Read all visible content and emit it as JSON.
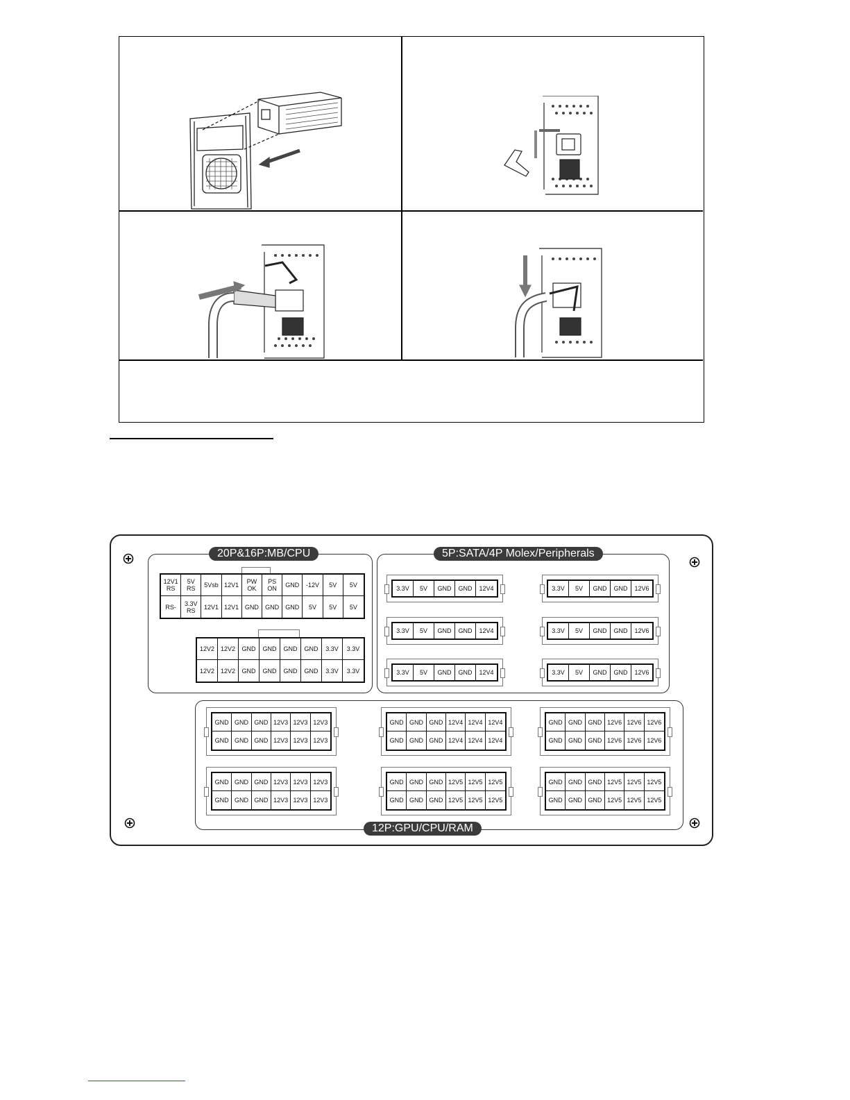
{
  "connector_panel": {
    "mb_label": "20P&16P:MB/CPU",
    "peripheral_label": "5P:SATA/4P Molex/Peripherals",
    "gpu_label": "12P:GPU/CPU/RAM",
    "mb_24pin": {
      "row1": [
        "12V1\nRS",
        "5V\nRS",
        "5Vsb",
        "12V1",
        "PW\nOK",
        "PS\nON",
        "GND",
        "-12V",
        "5V",
        "5V"
      ],
      "row2": [
        "RS-",
        "3.3V\nRS",
        "12V1",
        "12V1",
        "GND",
        "GND",
        "GND",
        "5V",
        "5V",
        "5V"
      ]
    },
    "mb_16pin": {
      "row1": [
        "12V2",
        "12V2",
        "GND",
        "GND",
        "GND",
        "GND",
        "3.3V",
        "3.3V"
      ],
      "row2": [
        "12V2",
        "12V2",
        "GND",
        "GND",
        "GND",
        "GND",
        "3.3V",
        "3.3V"
      ]
    },
    "peripheral_left": [
      [
        "3.3V",
        "5V",
        "GND",
        "GND",
        "12V4"
      ],
      [
        "3.3V",
        "5V",
        "GND",
        "GND",
        "12V4"
      ],
      [
        "3.3V",
        "5V",
        "GND",
        "GND",
        "12V4"
      ]
    ],
    "peripheral_right": [
      [
        "3.3V",
        "5V",
        "GND",
        "GND",
        "12V6"
      ],
      [
        "3.3V",
        "5V",
        "GND",
        "GND",
        "12V6"
      ],
      [
        "3.3V",
        "5V",
        "GND",
        "GND",
        "12V6"
      ]
    ],
    "gpu_connectors": [
      {
        "row1": [
          "GND",
          "GND",
          "GND",
          "12V3",
          "12V3",
          "12V3"
        ],
        "row2": [
          "GND",
          "GND",
          "GND",
          "12V3",
          "12V3",
          "12V3"
        ]
      },
      {
        "row1": [
          "GND",
          "GND",
          "GND",
          "12V4",
          "12V4",
          "12V4"
        ],
        "row2": [
          "GND",
          "GND",
          "GND",
          "12V4",
          "12V4",
          "12V4"
        ]
      },
      {
        "row1": [
          "GND",
          "GND",
          "GND",
          "12V6",
          "12V6",
          "12V6"
        ],
        "row2": [
          "GND",
          "GND",
          "GND",
          "12V6",
          "12V6",
          "12V6"
        ]
      },
      {
        "row1": [
          "GND",
          "GND",
          "GND",
          "12V3",
          "12V3",
          "12V3"
        ],
        "row2": [
          "GND",
          "GND",
          "GND",
          "12V3",
          "12V3",
          "12V3"
        ]
      },
      {
        "row1": [
          "GND",
          "GND",
          "GND",
          "12V5",
          "12V5",
          "12V5"
        ],
        "row2": [
          "GND",
          "GND",
          "GND",
          "12V5",
          "12V5",
          "12V5"
        ]
      },
      {
        "row1": [
          "GND",
          "GND",
          "GND",
          "12V5",
          "12V5",
          "12V5"
        ],
        "row2": [
          "GND",
          "GND",
          "GND",
          "12V5",
          "12V5",
          "12V5"
        ]
      }
    ]
  }
}
